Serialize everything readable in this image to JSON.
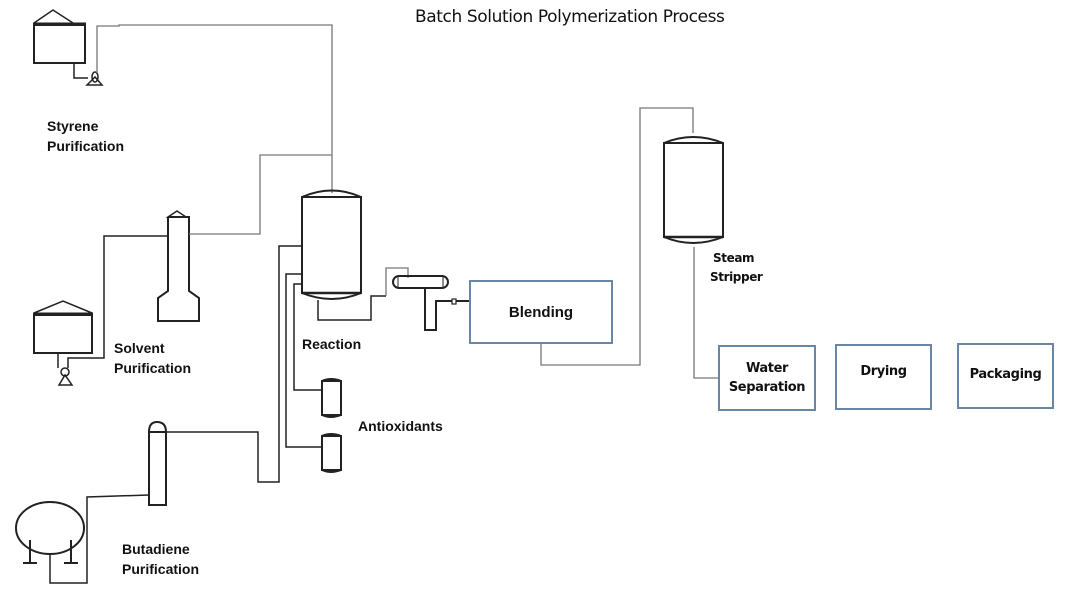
{
  "title": "Batch Solution Polymerization Process",
  "labels": {
    "styrene": [
      "Styrene",
      "Purification"
    ],
    "solvent": [
      "Solvent",
      "Purification"
    ],
    "butadiene": [
      "Butadiene",
      "Purification"
    ],
    "reaction": "Reaction",
    "antioxidants": "Antioxidants",
    "steam_stripper": [
      "Steam",
      "Stripper"
    ]
  },
  "process_boxes": {
    "blending": "Blending",
    "water_separation": [
      "Water",
      "Separation"
    ],
    "drying": "Drying",
    "packaging": "Packaging"
  },
  "colors": {
    "line_dark": "#222222",
    "line_gray": "#777777",
    "box_border": "#6a86a6"
  }
}
